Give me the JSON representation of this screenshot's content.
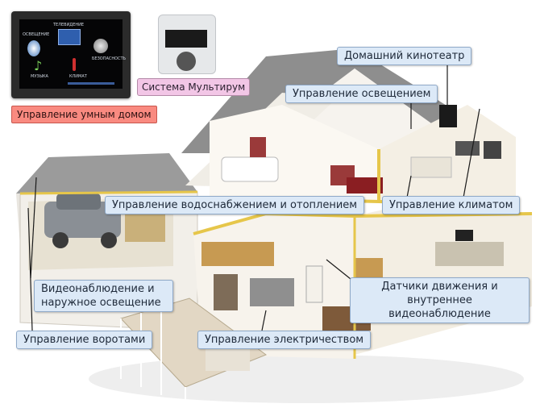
{
  "labels": {
    "home_theater": "Домашний кинотеатр",
    "lighting": "Управление освещением",
    "water_heating": "Управление водоснабжением и отоплением",
    "climate": "Управление климатом",
    "cctv_line1": "Видеонаблюдение и",
    "cctv_line2": "наружное освещение",
    "motion_line1": "Датчики движения и",
    "motion_line2": "внутреннее видеонаблюдение",
    "gates": "Управление воротами",
    "electricity": "Управление электричеством",
    "multiroom": "Система Мультирум",
    "smart_home": "Управление умным домом"
  },
  "panel_screen": {
    "tv": "ТЕЛЕВИДЕНИЕ",
    "light": "ОСВЕЩЕНИЕ",
    "security": "БЕЗОПАСНОСТЬ",
    "music": "МУЗЫКА",
    "climate": "КЛИМАТ"
  },
  "colors": {
    "callout_bg": "#dce9f7",
    "callout_border": "#8fa9c8",
    "multiroom_bg": "#f2c6e6",
    "smart_home_bg": "#f98a80",
    "roof": "#8e8e8e",
    "wall_trim": "#e6c64a"
  }
}
